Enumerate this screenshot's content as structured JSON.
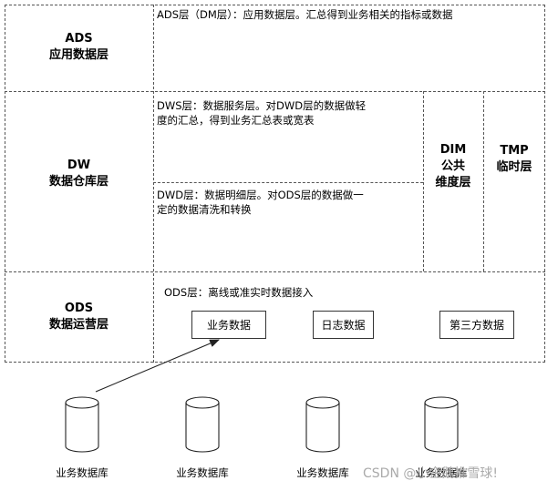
{
  "layers": {
    "ads": {
      "code": "ADS",
      "name": "应用数据层",
      "desc": "ADS层（DM层）：应用数据层。汇总得到业务相关的指标或数据"
    },
    "dw": {
      "code": "DW",
      "name": "数据仓库层",
      "dws_desc_1": "DWS层：数据服务层。对DWD层的数据做轻",
      "dws_desc_2": "度的汇总，得到业务汇总表或宽表",
      "dwd_desc_1": "DWD层：数据明细层。对ODS层的数据做一",
      "dwd_desc_2": "定的数据清洗和转换"
    },
    "dim": {
      "line1": "DIM",
      "line2": "公共",
      "line3": "维度层"
    },
    "tmp": {
      "line1": "TMP",
      "line2": "临时层"
    },
    "ods": {
      "code": "ODS",
      "name": "数据运营层",
      "desc": "ODS层：离线或准实时数据接入"
    }
  },
  "sources": [
    "业务数据",
    "日志数据",
    "第三方数据"
  ],
  "databases": [
    "业务数据库",
    "业务数据库",
    "业务数据库",
    "业务数据库"
  ],
  "watermark": "CSDN @小企鹅推雪球!"
}
